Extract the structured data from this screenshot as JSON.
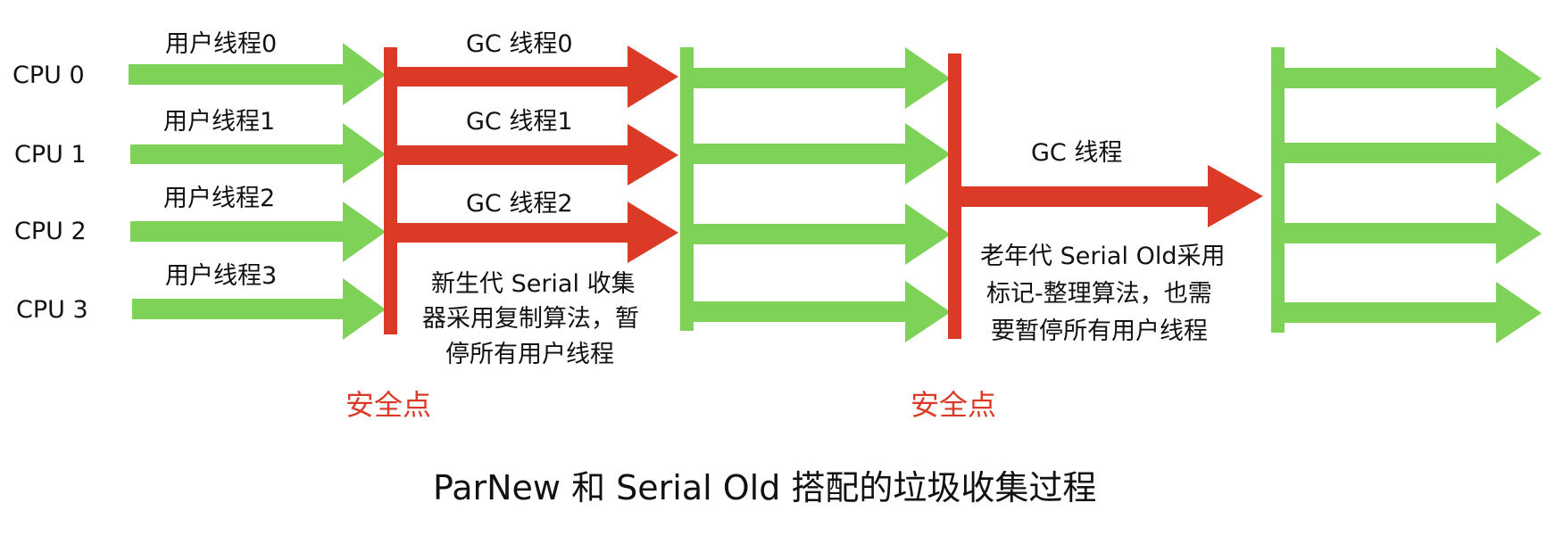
{
  "colors": {
    "user_thread": "#7ed257",
    "gc_thread": "#db3b26",
    "safepoint_text": "#db3b26",
    "text": "#111111"
  },
  "cpus": [
    {
      "label": "CPU 0"
    },
    {
      "label": "CPU 1"
    },
    {
      "label": "CPU 2"
    },
    {
      "label": "CPU 3"
    }
  ],
  "user_threads": [
    "用户线程0",
    "用户线程1",
    "用户线程2",
    "用户线程3"
  ],
  "young_gc": {
    "threads": [
      "GC 线程0",
      "GC 线程1",
      "GC 线程2"
    ],
    "note": [
      "新生代 Serial 收集",
      "器采用复制算法，暂",
      "停所有用户线程"
    ]
  },
  "old_gc": {
    "thread": "GC 线程",
    "note": [
      "老年代 Serial Old采用",
      "标记-整理算法，也需",
      "要暂停所有用户线程"
    ]
  },
  "safepoints": [
    "安全点",
    "安全点"
  ],
  "title": "ParNew 和 Serial Old 搭配的垃圾收集过程"
}
